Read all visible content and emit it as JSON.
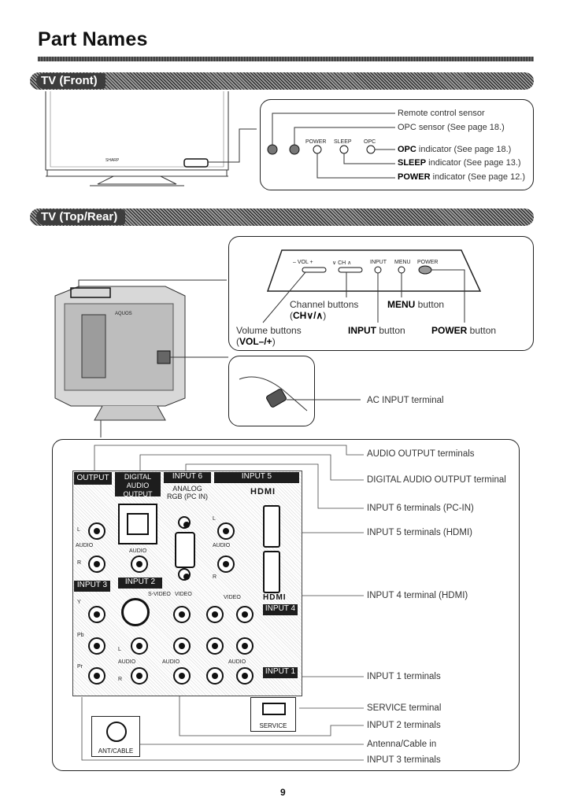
{
  "page": {
    "title": "Part Names",
    "number": "9"
  },
  "sections": {
    "front": {
      "label": "TV (Front)",
      "panel_labels": {
        "power": "POWER",
        "sleep": "SLEEP",
        "opc": "OPC"
      },
      "tv_logo": "SHARP",
      "callouts": [
        {
          "bold": "",
          "text": "Remote control sensor"
        },
        {
          "bold": "",
          "text": "OPC sensor (See page 18.)"
        },
        {
          "bold": "OPC",
          "text": " indicator (See page 18.)"
        },
        {
          "bold": "SLEEP",
          "text": " indicator (See page 13.)"
        },
        {
          "bold": "POWER",
          "text": " indicator (See page 12.)"
        }
      ]
    },
    "rear": {
      "label": "TV (Top/Rear)",
      "tv_logo": "AQUOS",
      "top_buttons": {
        "vol": "– VOL +",
        "ch": "∨ CH ∧",
        "input": "INPUT",
        "menu": "MENU",
        "power": "POWER"
      },
      "top_callouts": {
        "channel_line1": "Channel buttons",
        "channel_line2_bold": "CH",
        "channel_line2_sym": "∨/∧",
        "menu_bold": "MENU",
        "menu_text": " button",
        "volume_line1": "Volume buttons",
        "volume_line2_bold": "VOL",
        "volume_line2_sym": "–/+",
        "input_bold": "INPUT",
        "input_text": " button",
        "power_bold": "POWER",
        "power_text": " button"
      },
      "ac_input": "AC INPUT terminal",
      "terminal_headers": {
        "output": "OUTPUT",
        "digital": "DIGITAL AUDIO OUTPUT",
        "input6": "INPUT 6",
        "analog": "ANALOG RGB (PC IN)",
        "input5": "INPUT 5",
        "hdmi": "HDMI",
        "input3": "INPUT 3",
        "input2": "INPUT 2",
        "input4": "INPUT 4",
        "input1": "INPUT 1",
        "service": "SERVICE",
        "antenna": "ANT/CABLE"
      },
      "jack_labels": {
        "l": "L",
        "r": "R",
        "audio": "AUDIO",
        "y": "Y",
        "pb": "Pb",
        "pr": "Pr",
        "svideo": "S-VIDEO",
        "video": "VIDEO"
      },
      "callouts": [
        "AUDIO OUTPUT terminals",
        "DIGITAL AUDIO OUTPUT terminal",
        "INPUT 6 terminals (PC-IN)",
        "INPUT 5 terminals (HDMI)",
        "INPUT 4 terminal (HDMI)",
        "INPUT 1 terminals",
        "SERVICE terminal",
        "INPUT 2 terminals",
        "Antenna/Cable in",
        "INPUT 3 terminals"
      ]
    }
  }
}
